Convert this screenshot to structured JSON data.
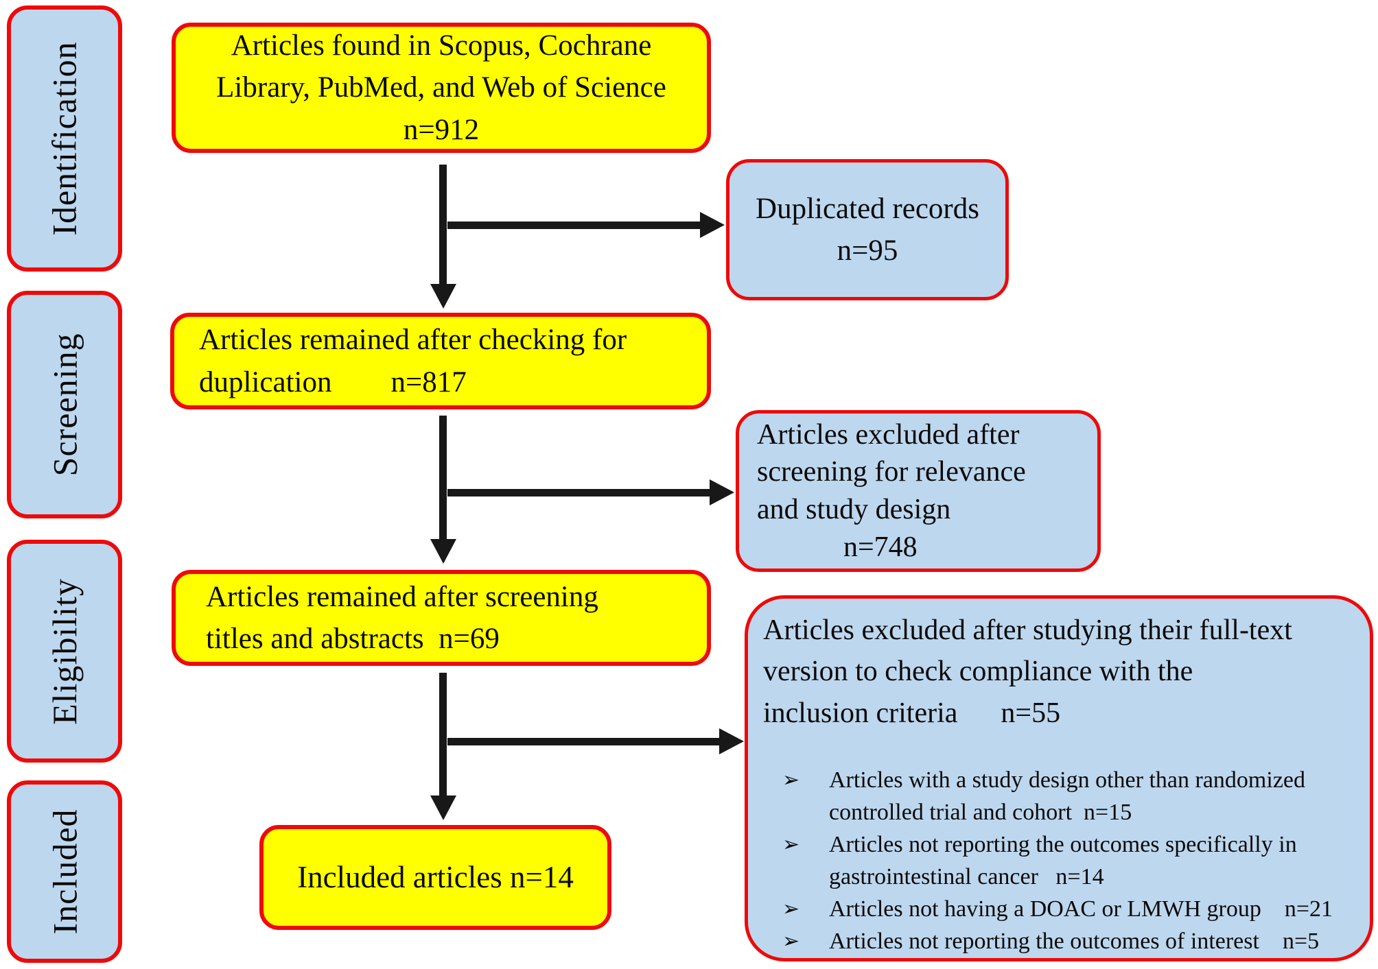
{
  "colors": {
    "box_yellow": "#ffff00",
    "box_blue": "#bdd7ee",
    "border_red": "#ee0a0a",
    "arrow_black": "#181818",
    "text_black": "#0a0a0a"
  },
  "sidebar": {
    "stages": [
      {
        "label": "Identification"
      },
      {
        "label": "Screening"
      },
      {
        "label": "Eligibility"
      },
      {
        "label": "Included"
      }
    ]
  },
  "flow": {
    "found": {
      "text": "Articles found in Scopus, Cochrane\nLibrary, PubMed, and Web of Science\nn=912",
      "n": 912
    },
    "duplicated": {
      "text": "Duplicated records\nn=95",
      "n": 95
    },
    "deduplicated": {
      "text": "Articles remained after checking for\nduplication        n=817",
      "n": 817
    },
    "excluded_screening": {
      "text": "Articles excluded after\nscreening for relevance\nand study design\n            n=748",
      "n": 748
    },
    "screened": {
      "text": "Articles remained after screening\ntitles and abstracts  n=69",
      "n": 69
    },
    "excluded_fulltext": {
      "header": "Articles excluded after studying their full-text\nversion to check compliance with the\ninclusion criteria      n=55",
      "n": 55,
      "marker": "➢",
      "items": [
        {
          "text": "Articles with a study design other than randomized\ncontrolled trial and cohort  n=15",
          "n": 15
        },
        {
          "text": "Articles not reporting the outcomes specifically in\ngastrointestinal cancer   n=14",
          "n": 14
        },
        {
          "text": "Articles not having a DOAC or LMWH group    n=21",
          "n": 21
        },
        {
          "text": "Articles not reporting the outcomes of interest    n=5",
          "n": 5
        }
      ]
    },
    "included": {
      "text": "Included articles n=14",
      "n": 14
    }
  }
}
